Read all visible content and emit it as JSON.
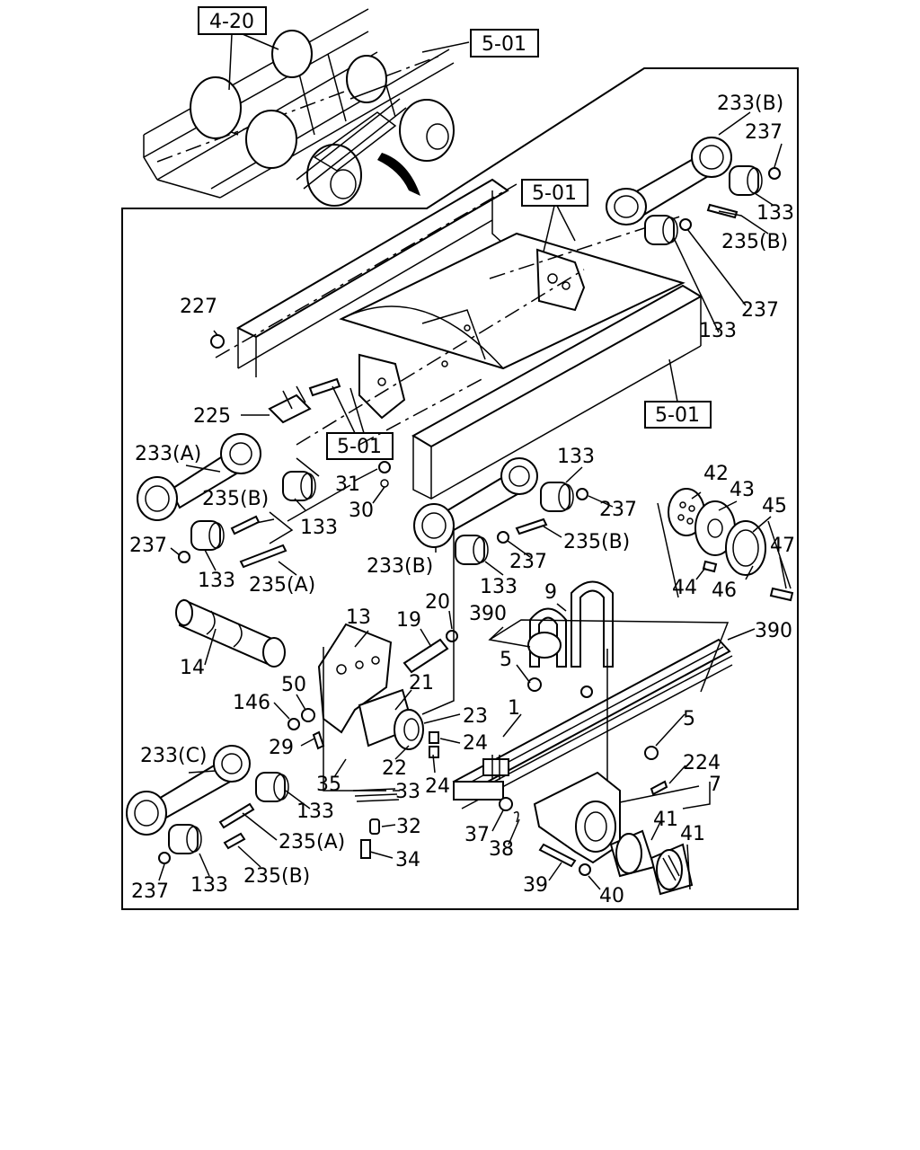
{
  "references": {
    "r_4_20": "4-20",
    "r_5_01_top": "5-01",
    "r_5_01_a": "5-01",
    "r_5_01_b": "5-01",
    "r_5_01_c": "5-01"
  },
  "callouts": {
    "c233b_top": "233(B)",
    "c237_top": "237",
    "c133_top": "133",
    "c235b_top": "235(B)",
    "c237_mid": "237",
    "c133_mid": "133",
    "c227": "227",
    "c225": "225",
    "c233a": "233(A)",
    "c235b_left": "235(B)",
    "c31": "31",
    "c30": "30",
    "c133_left1": "133",
    "c237_left": "237",
    "c133_left2": "133",
    "c235a_left": "235(A)",
    "c133_r": "133",
    "c237_r": "237",
    "c235b_r": "235(B)",
    "c233b_mid": "233(B)",
    "c237_mid2": "237",
    "c133_mid2": "133",
    "c42": "42",
    "c43": "43",
    "c45": "45",
    "c47": "47",
    "c44": "44",
    "c46": "46",
    "c13": "13",
    "c19": "19",
    "c20": "20",
    "c390_l": "390",
    "c9": "9",
    "c390_r": "390",
    "c14": "14",
    "c5_l": "5",
    "c50": "50",
    "c21": "21",
    "c146": "146",
    "c23": "23",
    "c1": "1",
    "c5_r": "5",
    "c29": "29",
    "c24_a": "24",
    "c22": "22",
    "c233c": "233(C)",
    "c24_b": "24",
    "c224": "224",
    "c35": "35",
    "c33": "33",
    "c7": "7",
    "c133_low": "133",
    "c32": "32",
    "c41_a": "41",
    "c41_b": "41",
    "c235a_low": "235(A)",
    "c37": "37",
    "c38": "38",
    "c34": "34",
    "c235b_low": "235(B)",
    "c237_low": "237",
    "c133_low2": "133",
    "c39": "39",
    "c40": "40"
  }
}
